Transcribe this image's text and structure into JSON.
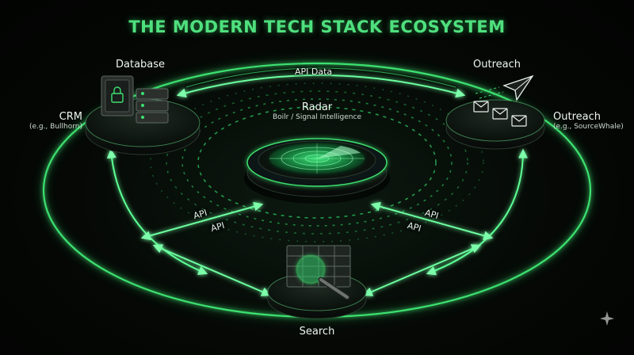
{
  "title": "THE MODERN TECH STACK ECOSYSTEM",
  "accent_color": "#3ee070",
  "nodes": {
    "database": {
      "label": "Database",
      "icon": "database-safe-icon"
    },
    "crm": {
      "label": "CRM",
      "sublabel": "(e.g., Bullhorn)"
    },
    "outreach_top": {
      "label": "Outreach",
      "icon": "paper-plane-icon"
    },
    "outreach": {
      "label": "Outreach",
      "sublabel": "(e.g., SourceWhale)",
      "icon": "envelopes-icon"
    },
    "radar": {
      "label": "Radar",
      "sublabel": "Boilr / Signal Intelligence",
      "icon": "radar-icon"
    },
    "search": {
      "label": "Search",
      "icon": "magnifying-glass-icon"
    }
  },
  "connections": {
    "top": "API Data",
    "left_upper": "API",
    "left_lower": "API",
    "right_upper": "API",
    "right_lower": "API"
  }
}
